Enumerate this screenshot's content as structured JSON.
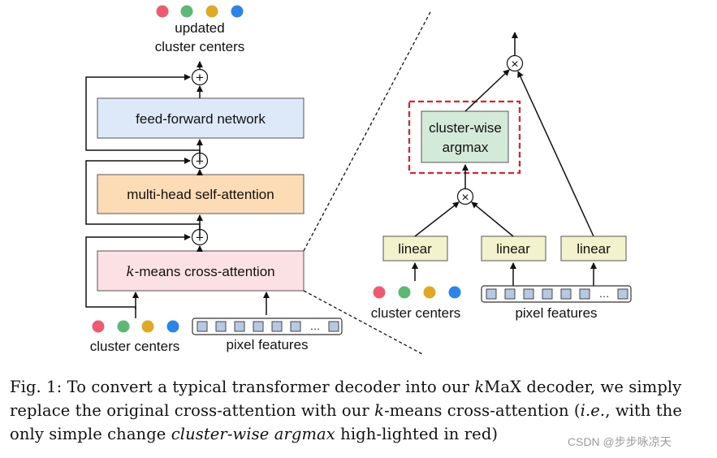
{
  "left_stack": {
    "output_label_line1": "updated",
    "output_label_line2": "cluster centers",
    "ffn_label": "feed-forward network",
    "mhsa_label": "multi-head self-attention",
    "kmeans_k": "k",
    "kmeans_rest": "-means cross-attention",
    "input_cluster_label": "cluster centers",
    "input_pixel_label": "pixel features",
    "ellipsis": "…"
  },
  "right_detail": {
    "argmax_line1": "cluster-wise",
    "argmax_line2": "argmax",
    "linear_1": "linear",
    "linear_2": "linear",
    "linear_3": "linear",
    "cluster_label": "cluster centers",
    "pixel_label": "pixel features",
    "ellipsis": "…"
  },
  "symbols": {
    "plus": "+",
    "times": "×"
  },
  "colors": {
    "ffn_fill": "#dde9f8",
    "mhsa_fill": "#fbdcb4",
    "kmeans_fill": "#fbe0e4",
    "linear_fill": "#f2f2cc",
    "argmax_fill": "#d4ead9",
    "highlight_red": "#e8202a",
    "dot_red": "#ee5a6e",
    "dot_green": "#5cb874",
    "dot_yellow": "#e1a826",
    "dot_blue": "#2d84e8",
    "pixel_square": "#b7c8e3"
  },
  "caption": {
    "fig": "Fig. 1:",
    "part1": " To convert a typical transformer decoder into our ",
    "kmax_k": "k",
    "part2": "MaX decoder, we simply replace the original cross-attention with our ",
    "k2": "k",
    "part3": "-means cross-attention (",
    "ie": "i.e.",
    "part4": ", with the only simple change ",
    "argmax_phrase": "cluster-wise argmax",
    "part5": " high-lighted in red)"
  },
  "watermark": "CSDN @步步咏凉天"
}
